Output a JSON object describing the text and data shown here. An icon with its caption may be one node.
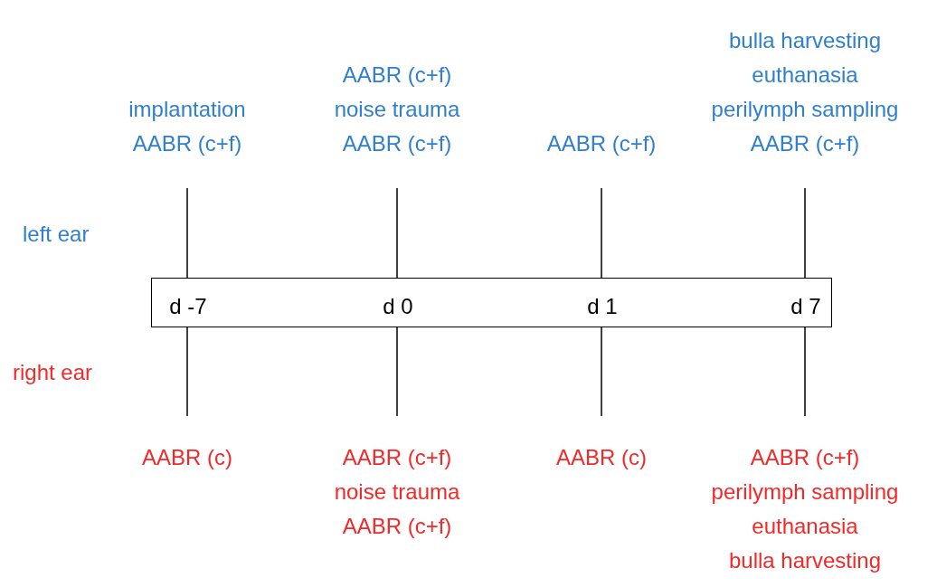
{
  "diagram": {
    "nodes": [
      {
        "text": [],
        "shape": "box"
      },
      {
        "text": [
          "d -7"
        ],
        "in": 0
      },
      {
        "text": [
          "d 0"
        ],
        "in": 0
      },
      {
        "text": [
          "d 1"
        ],
        "in": 0
      },
      {
        "text": [
          "d 7"
        ],
        "in": 0
      },
      {
        "text": [
          "implantation",
          "AABR (c+f)"
        ]
      },
      {
        "text": [
          "AABR (c+f)",
          "noise trauma",
          "AABR (c+f)"
        ]
      },
      {
        "text": [
          "AABR (c+f)"
        ]
      },
      {
        "text": [
          "bulla harvesting",
          "euthanasia",
          "perilymph sampling",
          "AABR (c+f)"
        ]
      },
      {
        "text": [
          "AABR (c)"
        ]
      },
      {
        "text": [
          "AABR (c+f)",
          "noise trauma",
          "AABR (c+f)"
        ]
      },
      {
        "text": [
          "AABR (c)"
        ]
      },
      {
        "text": [
          "AABR (c+f)",
          "perilymph sampling",
          "euthanasia",
          "bulla harvesting"
        ]
      }
    ],
    "edges": [
      {
        "from": 5,
        "to": 0,
        "arrow": "none"
      },
      {
        "from": 6,
        "to": 0,
        "arrow": "none"
      },
      {
        "from": 7,
        "to": 0,
        "arrow": "none"
      },
      {
        "from": 8,
        "to": 0,
        "arrow": "none"
      },
      {
        "from": 0,
        "to": 9,
        "arrow": "none"
      },
      {
        "from": 0,
        "to": 10,
        "arrow": "none"
      },
      {
        "from": 0,
        "to": 11,
        "arrow": "none"
      },
      {
        "from": 0,
        "to": 12,
        "arrow": "none"
      }
    ],
    "labels": [
      "left ear",
      "right ear"
    ]
  }
}
